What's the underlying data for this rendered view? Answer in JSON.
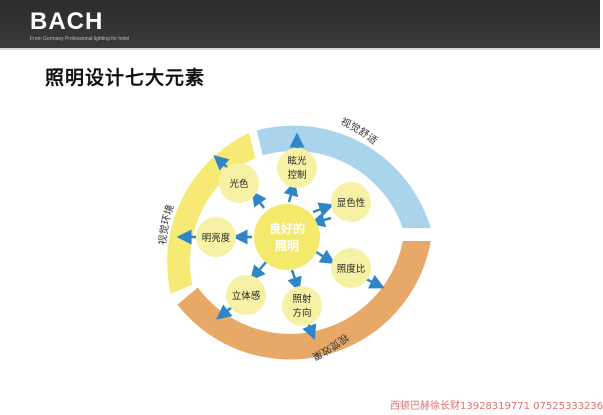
{
  "header": {
    "brand": "BACH",
    "tagline": "From Germany Professional lighting for hotel"
  },
  "page_title": "照明设计七大元素",
  "diagram": {
    "center": {
      "line1": "良好的",
      "line2": "照明"
    },
    "nodes": [
      {
        "line1": "眩光",
        "line2": "控制"
      },
      {
        "line1": "显色性",
        "line2": ""
      },
      {
        "line1": "照度比",
        "line2": ""
      },
      {
        "line1": "照射",
        "line2": "方向"
      },
      {
        "line1": "立体感",
        "line2": ""
      },
      {
        "line1": "明亮度",
        "line2": ""
      },
      {
        "line1": "光色",
        "line2": ""
      }
    ],
    "arcs": [
      {
        "label": "视觉舒适",
        "color": "#a9d4ec"
      },
      {
        "label": "视觉效果",
        "color": "#e8a867"
      },
      {
        "label": "视觉环境",
        "color": "#f6ea75"
      }
    ],
    "colors": {
      "node": "#f7f1a6",
      "center": "#f3e96b",
      "arrow": "#2e86c8"
    }
  },
  "footer": "西顿巴赫徐长财13928319771 07525333236"
}
